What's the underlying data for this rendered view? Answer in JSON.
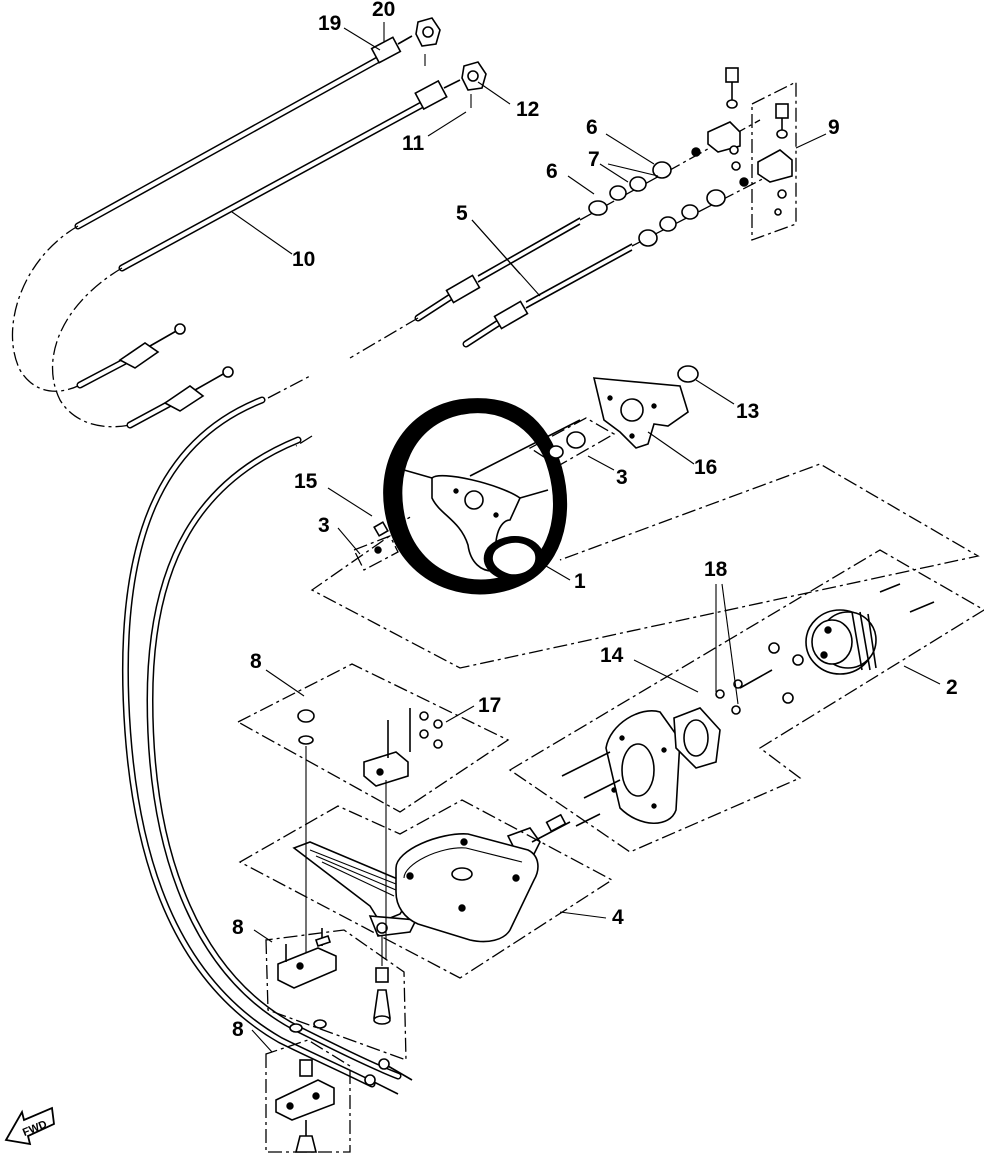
{
  "callouts": {
    "c19": "19",
    "c20": "20",
    "c12": "12",
    "c11": "11",
    "c10": "10",
    "c6a": "6",
    "c7": "7",
    "c6b": "6",
    "c9": "9",
    "c5": "5",
    "c13": "13",
    "c16": "16",
    "c3a": "3",
    "c15": "15",
    "c3b": "3",
    "c1": "1",
    "c18": "18",
    "c14": "14",
    "c2": "2",
    "c8a": "8",
    "c17": "17",
    "c4": "4",
    "c8b": "8",
    "c8c": "8"
  },
  "fwd_label": "FWD",
  "icons": {
    "direction": "fwd-arrow-icon"
  }
}
